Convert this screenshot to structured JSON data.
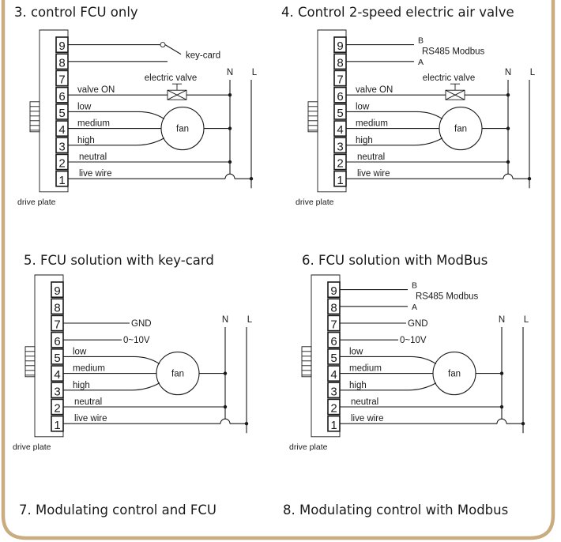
{
  "colors": {
    "frame": "#c9ad80",
    "ink": "#1a1a1a"
  },
  "terminals": [
    "9",
    "8",
    "7",
    "6",
    "5",
    "4",
    "3",
    "2",
    "1"
  ],
  "labels": {
    "drive_plate": "drive plate",
    "fan": "fan",
    "low": "low",
    "medium": "medium",
    "high": "high",
    "neutral": "neutral",
    "live_wire": "live wire",
    "valve_on": "valve ON",
    "electric_valve": "electric valve",
    "key_card": "key-card",
    "n": "N",
    "l": "L",
    "b": "B",
    "a": "A",
    "rs485": "RS485 Modbus",
    "gnd": "GND",
    "v010": "0~10V"
  },
  "panels": [
    {
      "title": "3. control FCU only"
    },
    {
      "title": "4. Control 2-speed electric air valve"
    },
    {
      "title": "5. FCU solution with key-card"
    },
    {
      "title": "6. FCU solution with ModBus"
    },
    {
      "title": "7. Modulating control and FCU"
    },
    {
      "title": "8. Modulating control with Modbus"
    }
  ]
}
